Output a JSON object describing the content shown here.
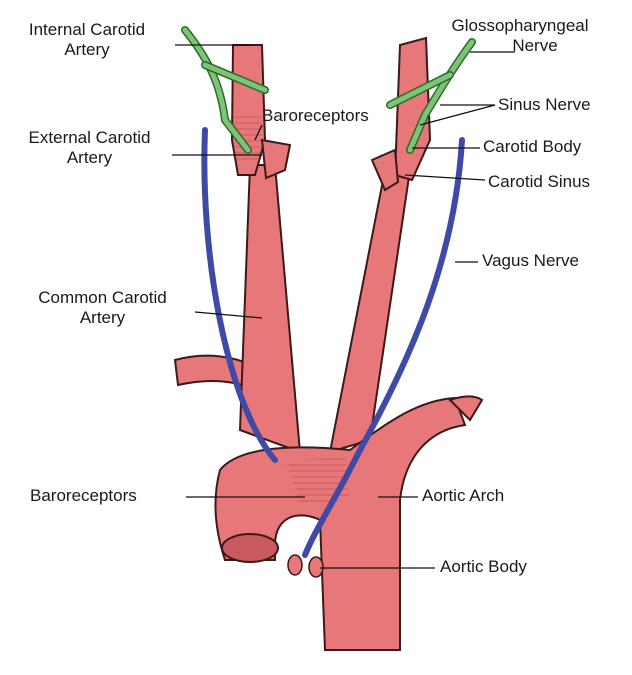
{
  "labels": {
    "internal_carotid_line1": "Internal Carotid",
    "internal_carotid_line2": "Artery",
    "external_carotid_line1": "External Carotid",
    "external_carotid_line2": "Artery",
    "common_carotid_line1": "Common Carotid",
    "common_carotid_line2": "Artery",
    "baroreceptors_upper": "Baroreceptors",
    "baroreceptors_lower": "Baroreceptors",
    "glossopharyngeal_line1": "Glossopharyngeal",
    "glossopharyngeal_line2": "Nerve",
    "sinus_nerve": "Sinus Nerve",
    "carotid_body": "Carotid Body",
    "carotid_sinus": "Carotid Sinus",
    "vagus_nerve": "Vagus Nerve",
    "aortic_arch": "Aortic Arch",
    "aortic_body": "Aortic Body"
  },
  "colors": {
    "artery_fill": "#e8777a",
    "artery_stroke": "#3a1a1a",
    "nerve_green": "#7cc576",
    "vagus_blue": "#3f4aa6",
    "leader_line": "#111111"
  }
}
